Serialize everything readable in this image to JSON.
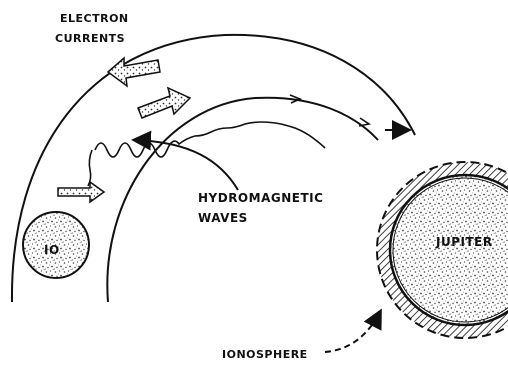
{
  "labels": {
    "electron_currents_line1": "ELECTRON",
    "electron_currents_line2": "CURRENTS",
    "hydromagnetic_line1": "HYDROMAGNETIC",
    "hydromagnetic_line2": "WAVES",
    "io": "IO",
    "jupiter": "JUPITER",
    "ionosphere": "IONOSPHERE"
  },
  "colors": {
    "ink": "#111111",
    "paper": "#ffffff",
    "speckle": "#555555"
  }
}
